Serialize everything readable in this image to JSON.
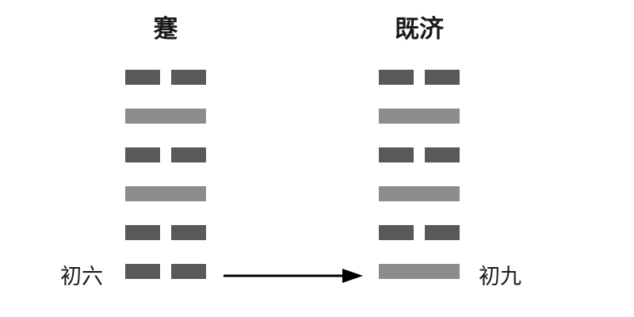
{
  "diagram": {
    "title_left": "蹇",
    "title_right": "既济",
    "label_left": "初六",
    "label_right": "初九",
    "arrow_icon": "right-arrow-icon",
    "background_color": "#ffffff",
    "yin_color": "#595959",
    "yang_color": "#8c8c8c",
    "arrow_color": "#000000",
    "text_color": "#1a1a1a"
  },
  "chart_data": {
    "type": "diagram",
    "subtype": "iching-hexagram-transformation",
    "title": "",
    "hexagrams": [
      {
        "name": "蹇",
        "side": "left",
        "changing_line_label": "初六",
        "lines_top_to_bottom": [
          "yin",
          "yang",
          "yin",
          "yang",
          "yin",
          "yin"
        ],
        "lines_bottom_to_top": [
          "yin",
          "yin",
          "yang",
          "yin",
          "yang",
          "yin"
        ]
      },
      {
        "name": "既济",
        "side": "right",
        "changing_line_label": "初九",
        "lines_top_to_bottom": [
          "yin",
          "yang",
          "yin",
          "yang",
          "yin",
          "yang"
        ],
        "lines_bottom_to_top": [
          "yang",
          "yin",
          "yang",
          "yin",
          "yang",
          "yin"
        ]
      }
    ],
    "transformation": {
      "from": "蹇",
      "to": "既济",
      "changing_line_position": "bottom",
      "from_line_label": "初六",
      "to_line_label": "初九",
      "from_line_type": "yin",
      "to_line_type": "yang"
    }
  }
}
